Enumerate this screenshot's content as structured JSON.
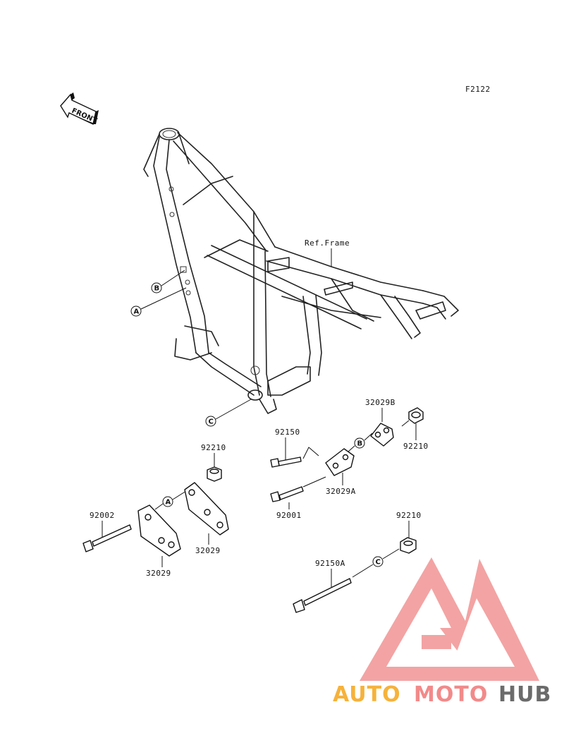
{
  "figure_code": "F2122",
  "front_label": "FRONT",
  "ref_frame_label": "Ref.Frame",
  "callouts": {
    "a": "A",
    "b": "B",
    "c": "C"
  },
  "parts": {
    "p92150": "92150",
    "p92210_top_right": "92210",
    "p32029B": "32029B",
    "p32029A": "32029A",
    "p92001": "92001",
    "p92210_mid": "92210",
    "p92002": "92002",
    "p32029_left": "32029",
    "p32029_right": "32029",
    "p92210_lower_right": "92210",
    "p92150A": "92150A"
  },
  "watermark": {
    "part1": "AUTO",
    "part2": "MOTO",
    "part3": "HUB",
    "colors": {
      "part1": "#f6b23a",
      "part2": "#f28a8a",
      "part3": "#6b6b6b",
      "logo": "#f29a9a"
    }
  }
}
